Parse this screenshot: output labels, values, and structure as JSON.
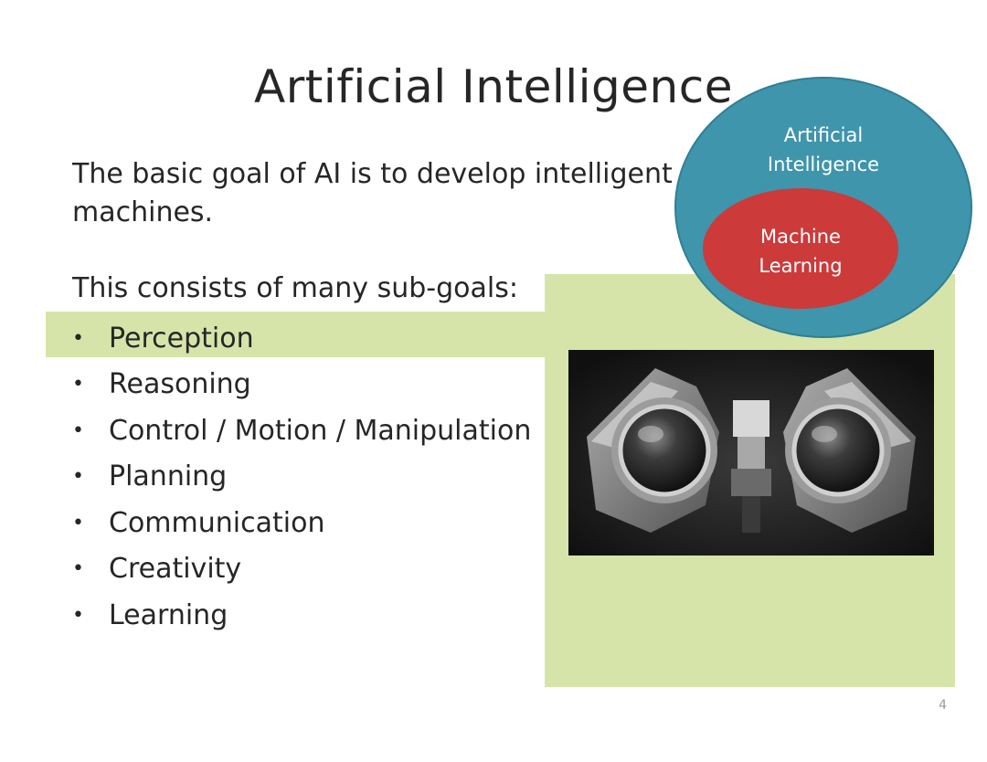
{
  "slide": {
    "title": "Artificial Intelligence",
    "intro": "The basic goal of AI is to develop intelligent machines.",
    "subgoal_lead": "This consists of many sub-goals:",
    "bullet_marker": "•",
    "bullets": [
      "Perception",
      "Reasoning",
      "Control / Motion / Manipulation",
      "Planning",
      "Communication",
      "Creativity",
      "Learning"
    ],
    "page_number": "4"
  },
  "venn": {
    "outer_label": "Artificial Intelligence",
    "inner_label": "Machine Learning",
    "outer_color": "#3f95ab",
    "inner_color": "#cc3a3a"
  },
  "colors": {
    "highlight": "#d7e4a9",
    "text": "#262626"
  },
  "image": {
    "subject": "robot-eyes-photo"
  }
}
